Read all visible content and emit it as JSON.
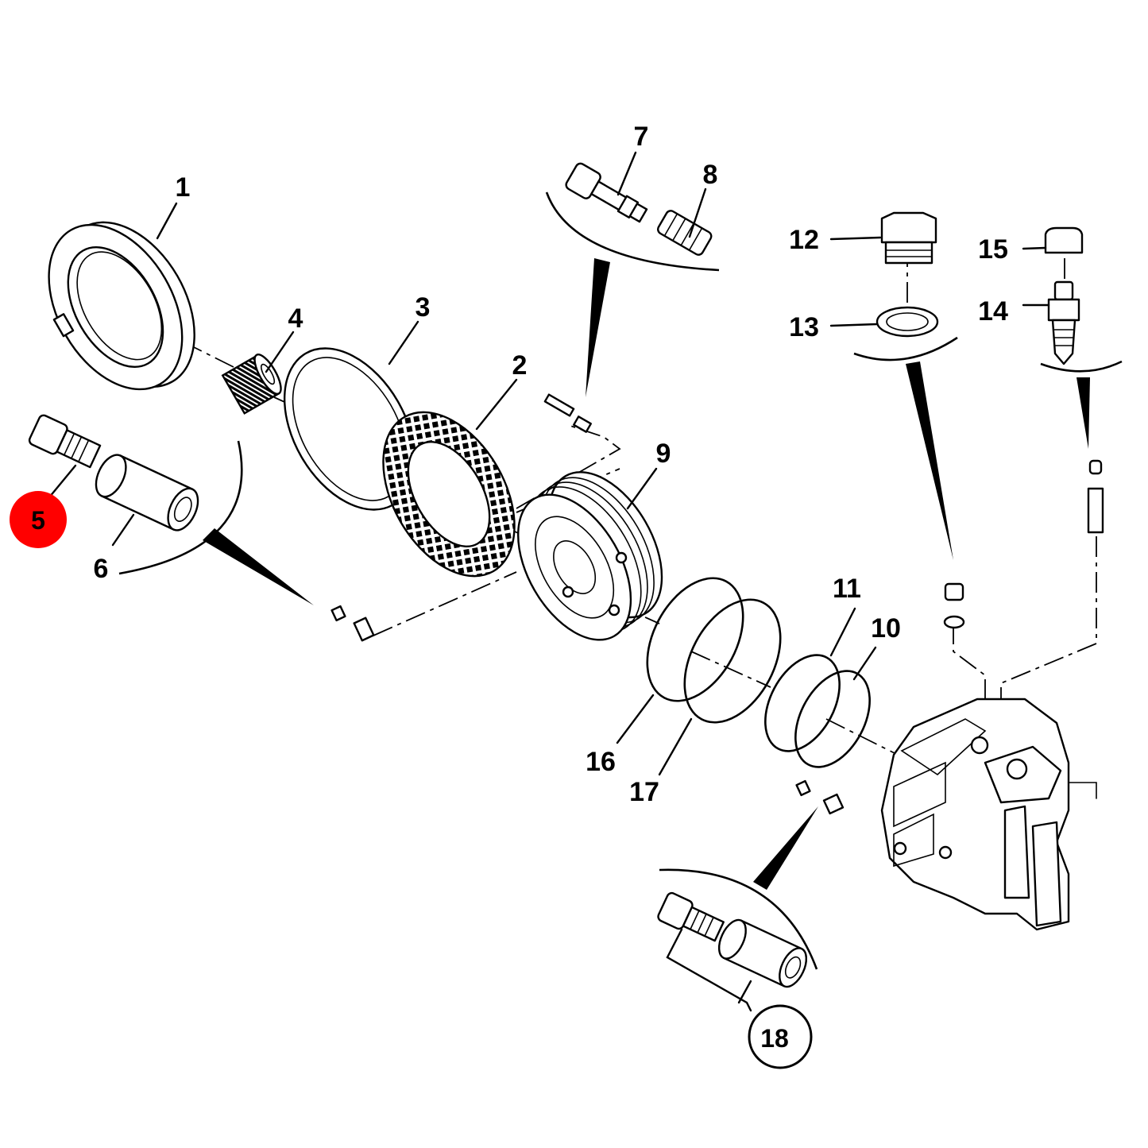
{
  "colors": {
    "line": "#000000",
    "background": "#ffffff",
    "highlight": "#ff0000",
    "highlight_text": "#000000"
  },
  "callouts": {
    "c1": "1",
    "c2": "2",
    "c3": "3",
    "c4": "4",
    "c5": "5",
    "c6": "6",
    "c7": "7",
    "c8": "8",
    "c9": "9",
    "c10": "10",
    "c11": "11",
    "c12": "12",
    "c13": "13",
    "c14": "14",
    "c15": "15",
    "c16": "16",
    "c17": "17",
    "c18": "18"
  },
  "highlighted_callout": "5",
  "circled_callout": "18"
}
